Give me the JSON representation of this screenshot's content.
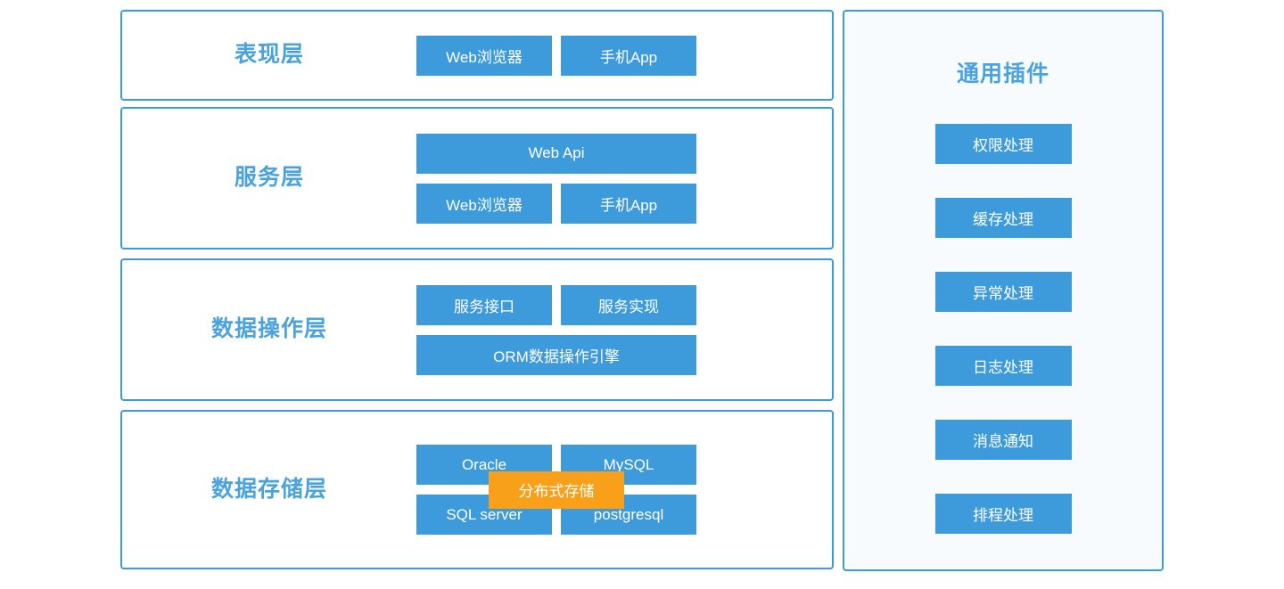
{
  "diagram": {
    "colors": {
      "accent_blue": "#3d9bdb",
      "title_blue": "#4aa3df",
      "highlight_orange": "#f9a01b",
      "panel_tint": "#f7fbfe",
      "node_text": "#ffffff"
    },
    "layers": [
      {
        "title": "表现层",
        "rows": [
          {
            "nodes": [
              {
                "label": "Web浏览器"
              },
              {
                "label": "手机App"
              }
            ]
          }
        ]
      },
      {
        "title": "服务层",
        "rows": [
          {
            "nodes": [
              {
                "label": "Web  Api"
              }
            ]
          },
          {
            "nodes": [
              {
                "label": "Web浏览器"
              },
              {
                "label": "手机App"
              }
            ]
          }
        ]
      },
      {
        "title": "数据操作层",
        "rows": [
          {
            "nodes": [
              {
                "label": "服务接口"
              },
              {
                "label": "服务实现"
              }
            ]
          },
          {
            "nodes": [
              {
                "label": "ORM数据操作引擎"
              }
            ]
          }
        ]
      },
      {
        "title": "数据存储层",
        "overlay": {
          "label": "分布式存储"
        },
        "rows": [
          {
            "nodes": [
              {
                "label": "Oracle"
              },
              {
                "label": "MySQL"
              }
            ]
          },
          {
            "nodes": [
              {
                "label": "SQL server"
              },
              {
                "label": "postgresql"
              }
            ]
          }
        ]
      }
    ],
    "plugin_panel": {
      "title": "通用插件",
      "items": [
        {
          "label": "权限处理"
        },
        {
          "label": "缓存处理"
        },
        {
          "label": "异常处理"
        },
        {
          "label": "日志处理"
        },
        {
          "label": "消息通知"
        },
        {
          "label": "排程处理"
        }
      ]
    }
  }
}
